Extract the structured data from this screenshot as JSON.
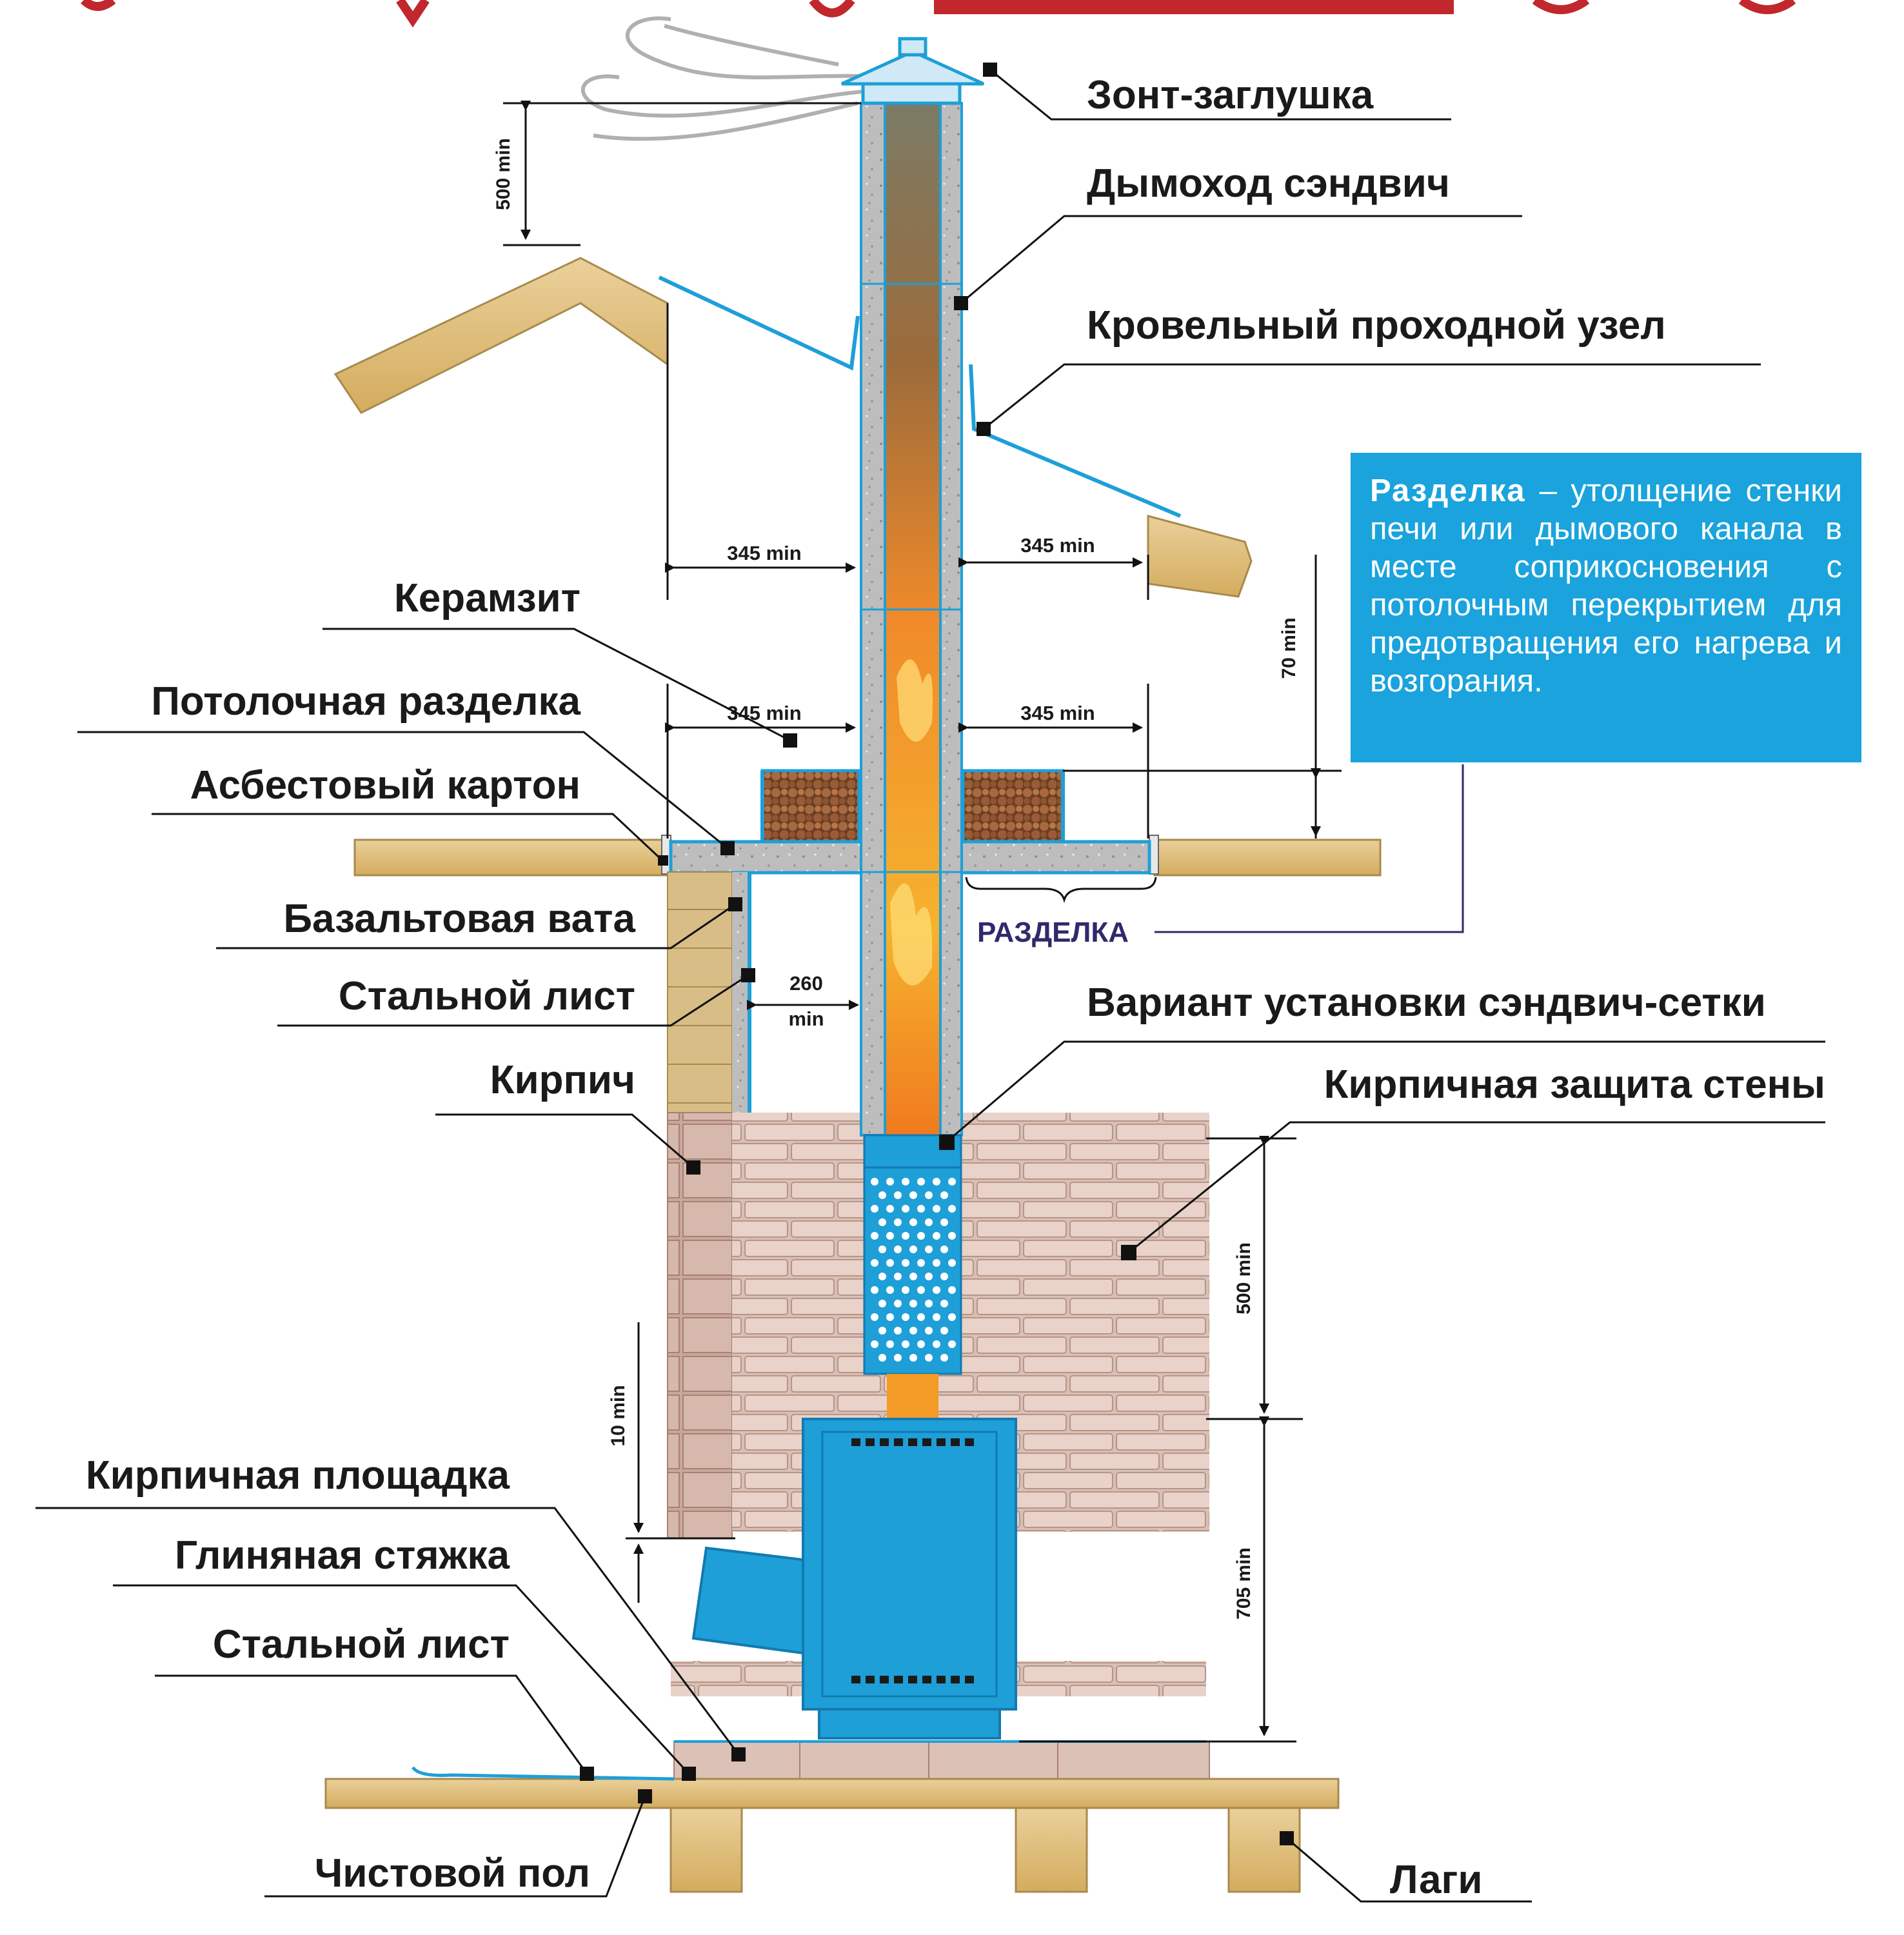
{
  "labels": {
    "zont": "Зонт-заглушка",
    "dymohod": "Дымоход сэндвич",
    "krovelny": "Кровельный проходной узел",
    "keramzit": "Керамзит",
    "potolochnaya": "Потолочная разделка",
    "asbest": "Асбестовый картон",
    "bazalt": "Базальтовая вата",
    "stal_top": "Стальной лист",
    "kirpich": "Кирпич",
    "variant": "Вариант установки сэндвич-сетки",
    "kirp_zashita": "Кирпичная защита стены",
    "kirp_ploshadka": "Кирпичная площадка",
    "glina": "Глиняная стяжка",
    "stal_bottom": "Стальной лист",
    "chistovoy": "Чистовой пол",
    "lagi": "Лаги",
    "razdelka_tag": "РАЗДЕЛКА"
  },
  "dimensions": {
    "d500_top": "500 min",
    "d345_a": "345 min",
    "d345_b": "345 min",
    "d345_c": "345 min",
    "d345_d": "345 min",
    "d70": "70 min",
    "d260_a": "260",
    "d260_b": "min",
    "d10": "10 min",
    "d500_side": "500 min",
    "d705": "705 min"
  },
  "info": {
    "term": "Разделка",
    "definition": " – утолщение стенки печи или дымового канала в месте соприкосновения с потолочным перекрытием для предотвращения его нагрева и возгорания."
  },
  "colors": {
    "wood": "#e2c279",
    "steel_blue": "#1e9fd8",
    "brick": "#dcc1b7",
    "brick_dark": "#c9a89c",
    "insulation": "#bdbdbd",
    "keramzit": "#8a5a3a",
    "fire": "#f26b1d",
    "info_box": "#1aa3dc",
    "title_red": "#c1272d"
  }
}
